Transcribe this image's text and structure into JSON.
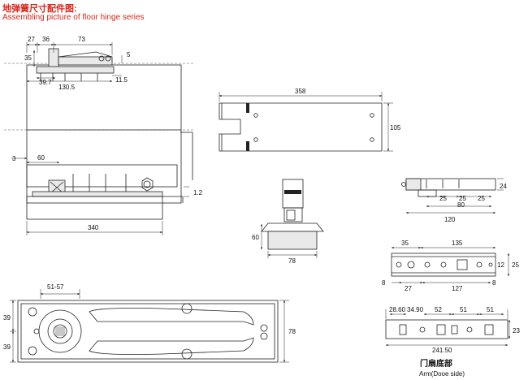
{
  "header": {
    "title_cn": "地弹簧尺寸配件图:",
    "title_en": "Assembling picture of floor hinge series"
  },
  "top_left": {
    "d27": "27",
    "d36": "36",
    "d73": "73",
    "d35": "35",
    "d5": "5",
    "d39_7": "39.7",
    "d130_5": "130.5",
    "d11_5": "11.5",
    "d3": "3",
    "d60": "60",
    "d1_2": "1.2",
    "d340": "340"
  },
  "plate": {
    "d358": "358",
    "d105": "105"
  },
  "cap": {
    "d60": "60",
    "d78": "78"
  },
  "arm_top": {
    "d24": "24",
    "d25a": "25",
    "d25b": "25",
    "d25c": "25",
    "d80": "80",
    "d120": "120"
  },
  "arm_mid": {
    "d35": "35",
    "d135": "135",
    "d12": "12",
    "d25": "25",
    "d8a": "8",
    "d27": "27",
    "d127": "127",
    "d8b": "8"
  },
  "bottom": {
    "d51_57": "51-57",
    "d39a": "39",
    "d39b": "39",
    "d78": "78"
  },
  "door_arm": {
    "d28_60": "28.60",
    "d34_90": "34.90",
    "d52": "52",
    "d51a": "51",
    "d51b": "51",
    "d241_50": "241.50",
    "d23": "23",
    "label_cn": "门扇底部",
    "label_en": "Arm(Dooe side)"
  }
}
